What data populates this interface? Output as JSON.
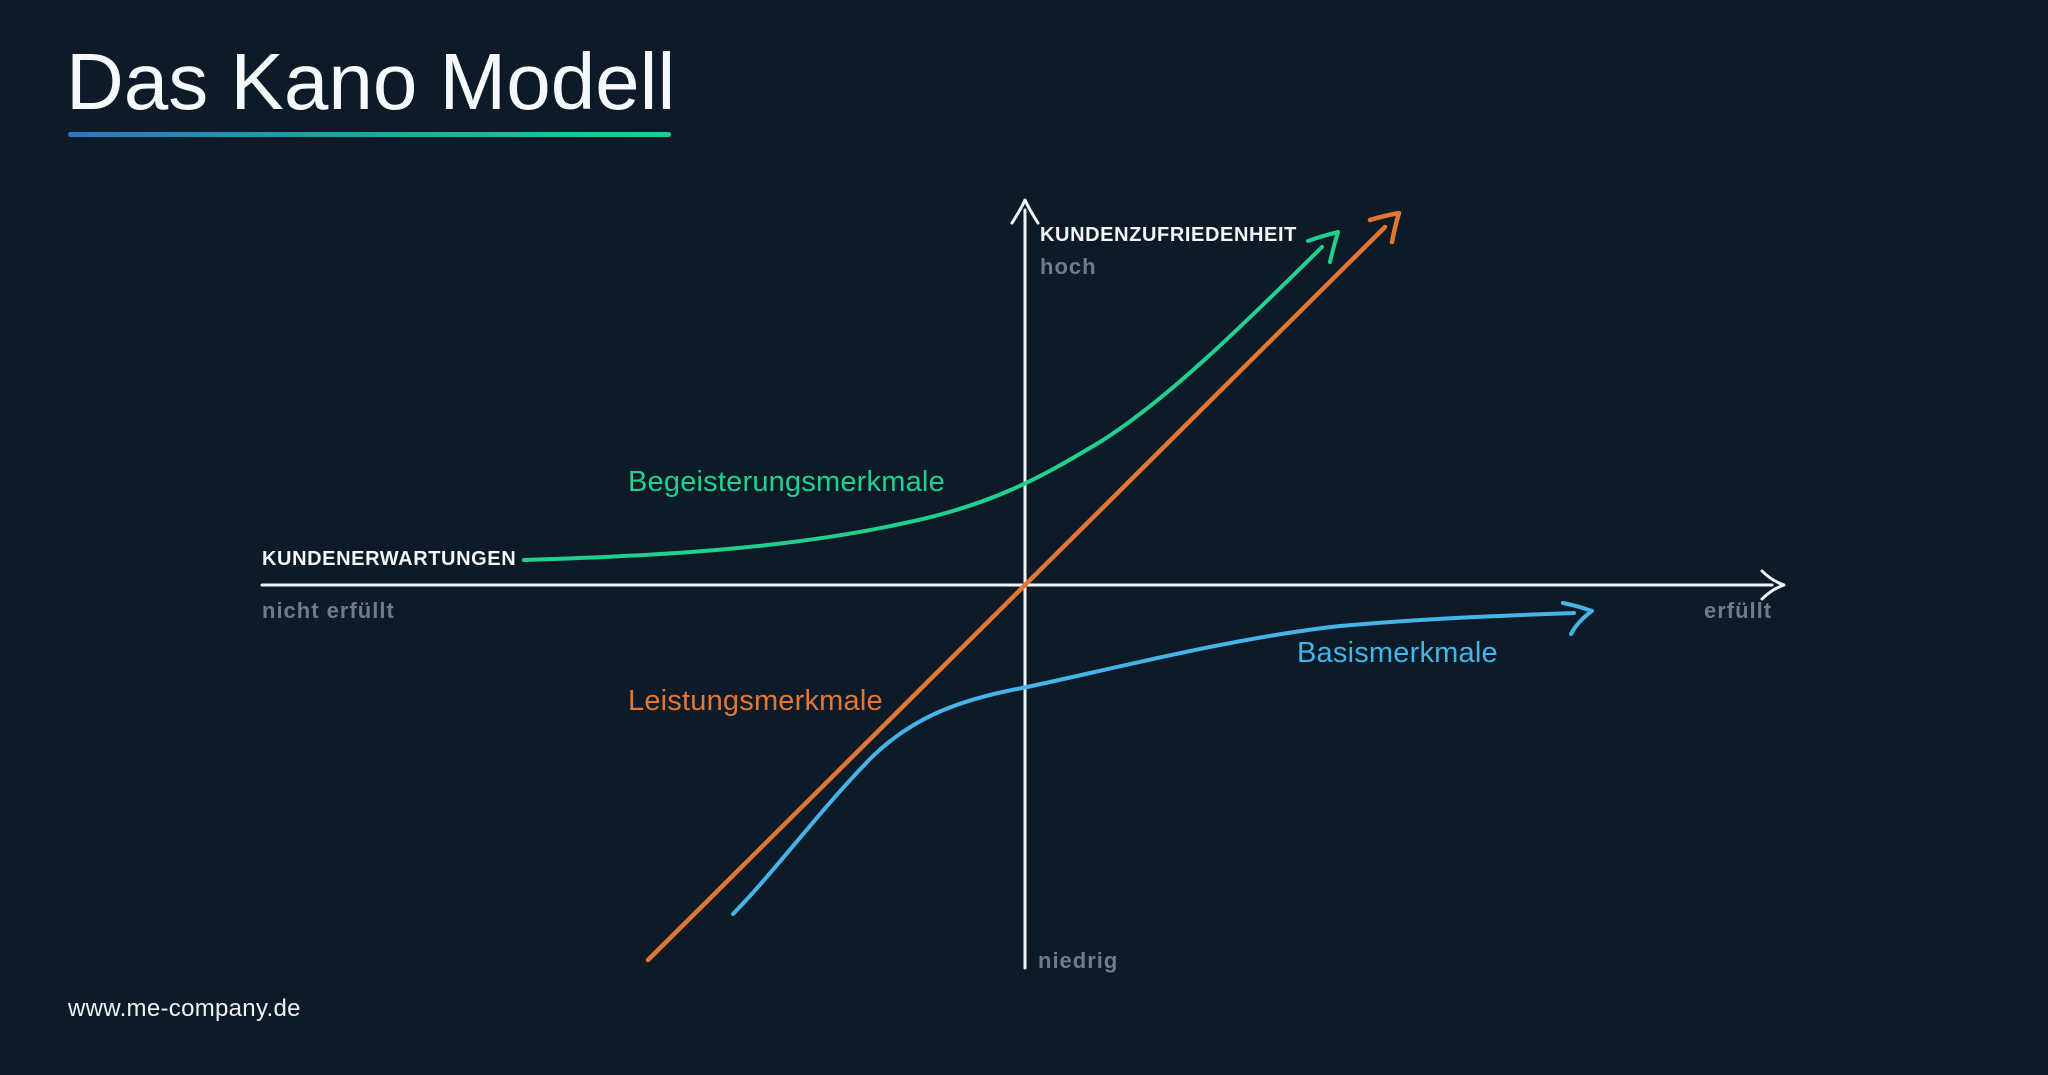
{
  "slide": {
    "title": "Das Kano Modell",
    "website_url": "www.me-company.de"
  },
  "colors": {
    "background": "#0d1b29",
    "axis": "#eef3f6",
    "text_primary": "#f2f6f9",
    "text_muted": "#6e7b88",
    "underline_gradient_start": "#3273c5",
    "underline_gradient_end": "#1fd08e",
    "green": "#1fd08e",
    "orange": "#e5762f",
    "blue": "#45b4e8"
  },
  "axes": {
    "y": {
      "label": "KUNDENZUFRIEDENHEIT",
      "max_label": "hoch",
      "min_label": "niedrig"
    },
    "x": {
      "label": "KUNDENERWARTUNGEN",
      "min_label": "nicht erfüllt",
      "max_label": "erfüllt"
    }
  },
  "curves": [
    {
      "label": "Begeisterungsmerkmale",
      "color": "#1fd08e",
      "shape": "exponential rising, starts flat left of origin above x-axis, sweeps up steeply to upper right arrow"
    },
    {
      "label": "Leistungsmerkmale",
      "color": "#e5762f",
      "shape": "straight 45-degree diagonal through the origin, lower left to upper right arrow"
    },
    {
      "label": "Basismerkmale",
      "color": "#45b4e8",
      "shape": "logarithmic saturating, rises steeply from lower middle and flattens toward right arrow below x-axis"
    }
  ]
}
